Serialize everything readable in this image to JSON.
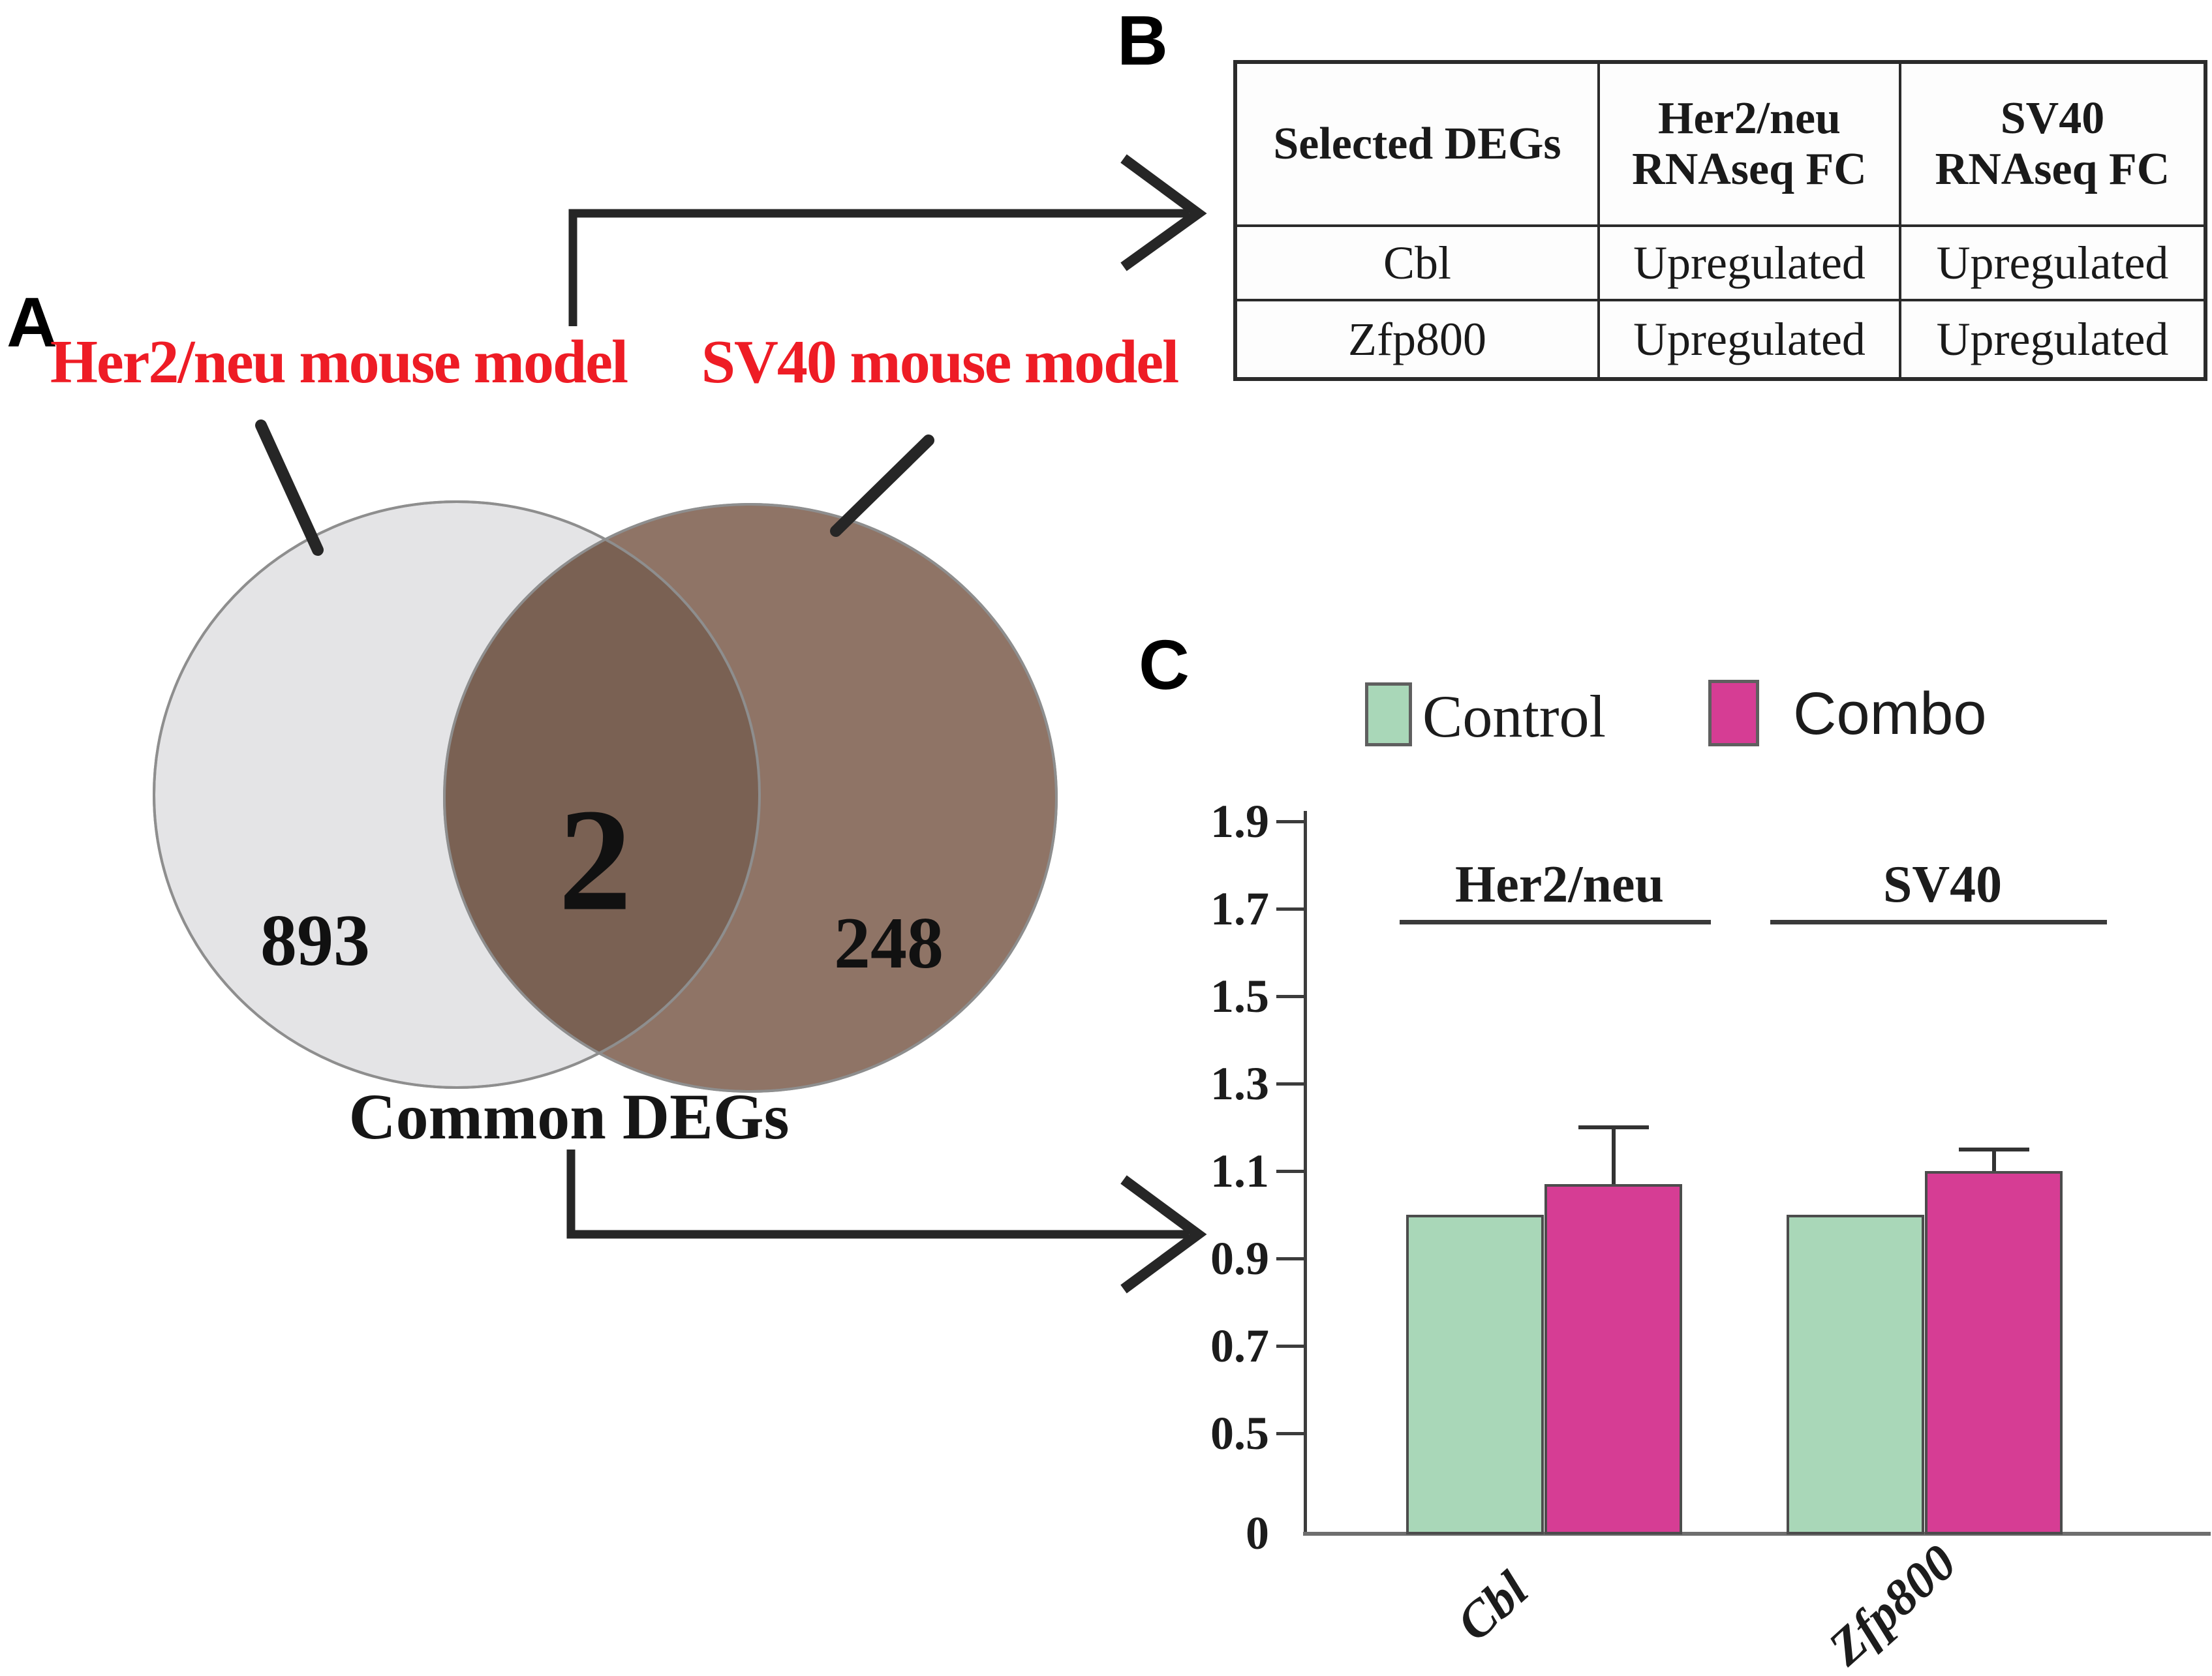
{
  "panel_a": {
    "label": "A",
    "left_model_label": "Her2/neu mouse model",
    "right_model_label": "SV40 mouse model",
    "left_count": "893",
    "overlap_count": "2",
    "right_count": "248",
    "caption": "Common DEGs",
    "model_label_color": "#ee1c25",
    "left_circle_fill": "#e4e4e6",
    "right_circle_fill": "#8f7466",
    "overlap_fill": "#7a6153"
  },
  "panel_b": {
    "label": "B",
    "table": {
      "col_headers": [
        "Selected DEGs",
        "Her2/neu\nRNAseq FC",
        "SV40\nRNAseq FC"
      ],
      "rows": [
        {
          "gene": "Cbl",
          "her2_fc": "Upregulated",
          "sv40_fc": "Upregulated"
        },
        {
          "gene": "Zfp800",
          "her2_fc": "Upregulated",
          "sv40_fc": "Upregulated"
        }
      ]
    }
  },
  "panel_c": {
    "label": "C"
  },
  "chart_data": {
    "type": "bar",
    "categories": [
      "Cbl",
      "Zfp800"
    ],
    "group_headers": [
      "Her2/neu",
      "SV40"
    ],
    "series": [
      {
        "name": "Control",
        "color": "#a9d7b8",
        "values": [
          1.0,
          1.0
        ]
      },
      {
        "name": "Combo",
        "color": "#d63d94",
        "values": [
          1.07,
          1.1
        ],
        "error_plus": [
          0.13,
          0.05
        ]
      }
    ],
    "yticks": [
      1.9,
      1.7,
      1.5,
      1.3,
      1.1,
      0.9,
      0.7,
      0.5,
      0
    ],
    "ylim": [
      0,
      1.97
    ],
    "xlabel": "",
    "ylabel": "",
    "grid": false,
    "legend_position": "top",
    "bar_edge_color": "#4c4c4c",
    "error_bar_color": "#333333",
    "note": "y-axis visually compressed between 0 and 0.5"
  }
}
